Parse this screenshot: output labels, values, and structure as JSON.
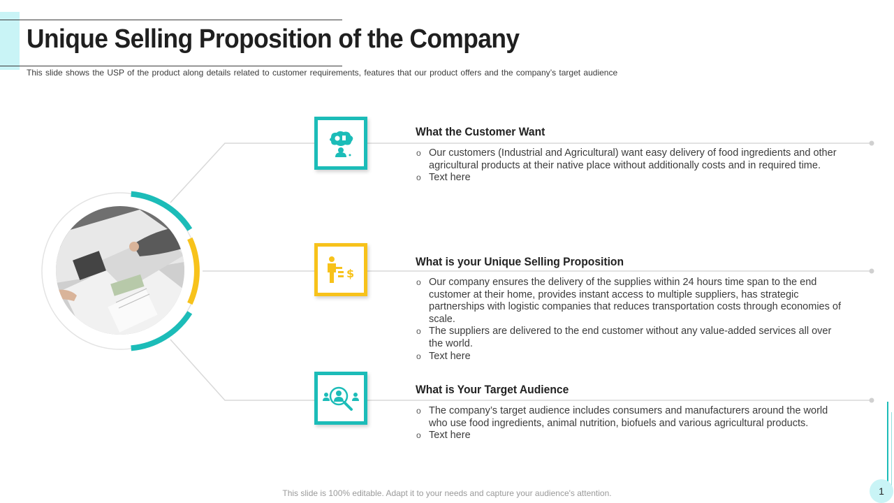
{
  "header": {
    "title": "Unique Selling Proposition of the Company",
    "subtitle": "This slide shows the USP of the product along details related to customer requirements,  features that our product offers  and the company’s target audience"
  },
  "colors": {
    "teal": "#1cbcb8",
    "yellow": "#f7c21b",
    "accent_light": "#c9f4f6",
    "text": "#262626"
  },
  "sections": [
    {
      "title": "What the Customer Want",
      "icon": "customer-thought-icon",
      "color": "teal",
      "bullets": [
        "Our customers (Industrial and Agricultural) want easy delivery  of food ingredients and other agricultural products at their native place without additionally costs and in required time.",
        "Text here"
      ]
    },
    {
      "title": "What is your Unique Selling Proposition",
      "icon": "person-dollar-icon",
      "color": "yellow",
      "bullets": [
        "Our company ensures the delivery of the supplies within 24 hours time span to the end customer at their home, provides instant access to multiple suppliers, has strategic partnerships with logistic companies that reduces transportation costs through economies of scale.",
        "The suppliers are delivered to the end customer without any value-added  services all over the world.",
        "Text here"
      ]
    },
    {
      "title": "What is Your Target Audience",
      "icon": "audience-search-icon",
      "color": "teal",
      "bullets": [
        "The company’s target audience includes consumers and manufacturers around the world who use food ingredients, animal nutrition,  biofuels and various agricultural products.",
        "Text here"
      ]
    }
  ],
  "footer": {
    "note": "This slide is 100%  editable.  Adapt it to your needs  and capture your audience's attention."
  },
  "page_number": "1"
}
